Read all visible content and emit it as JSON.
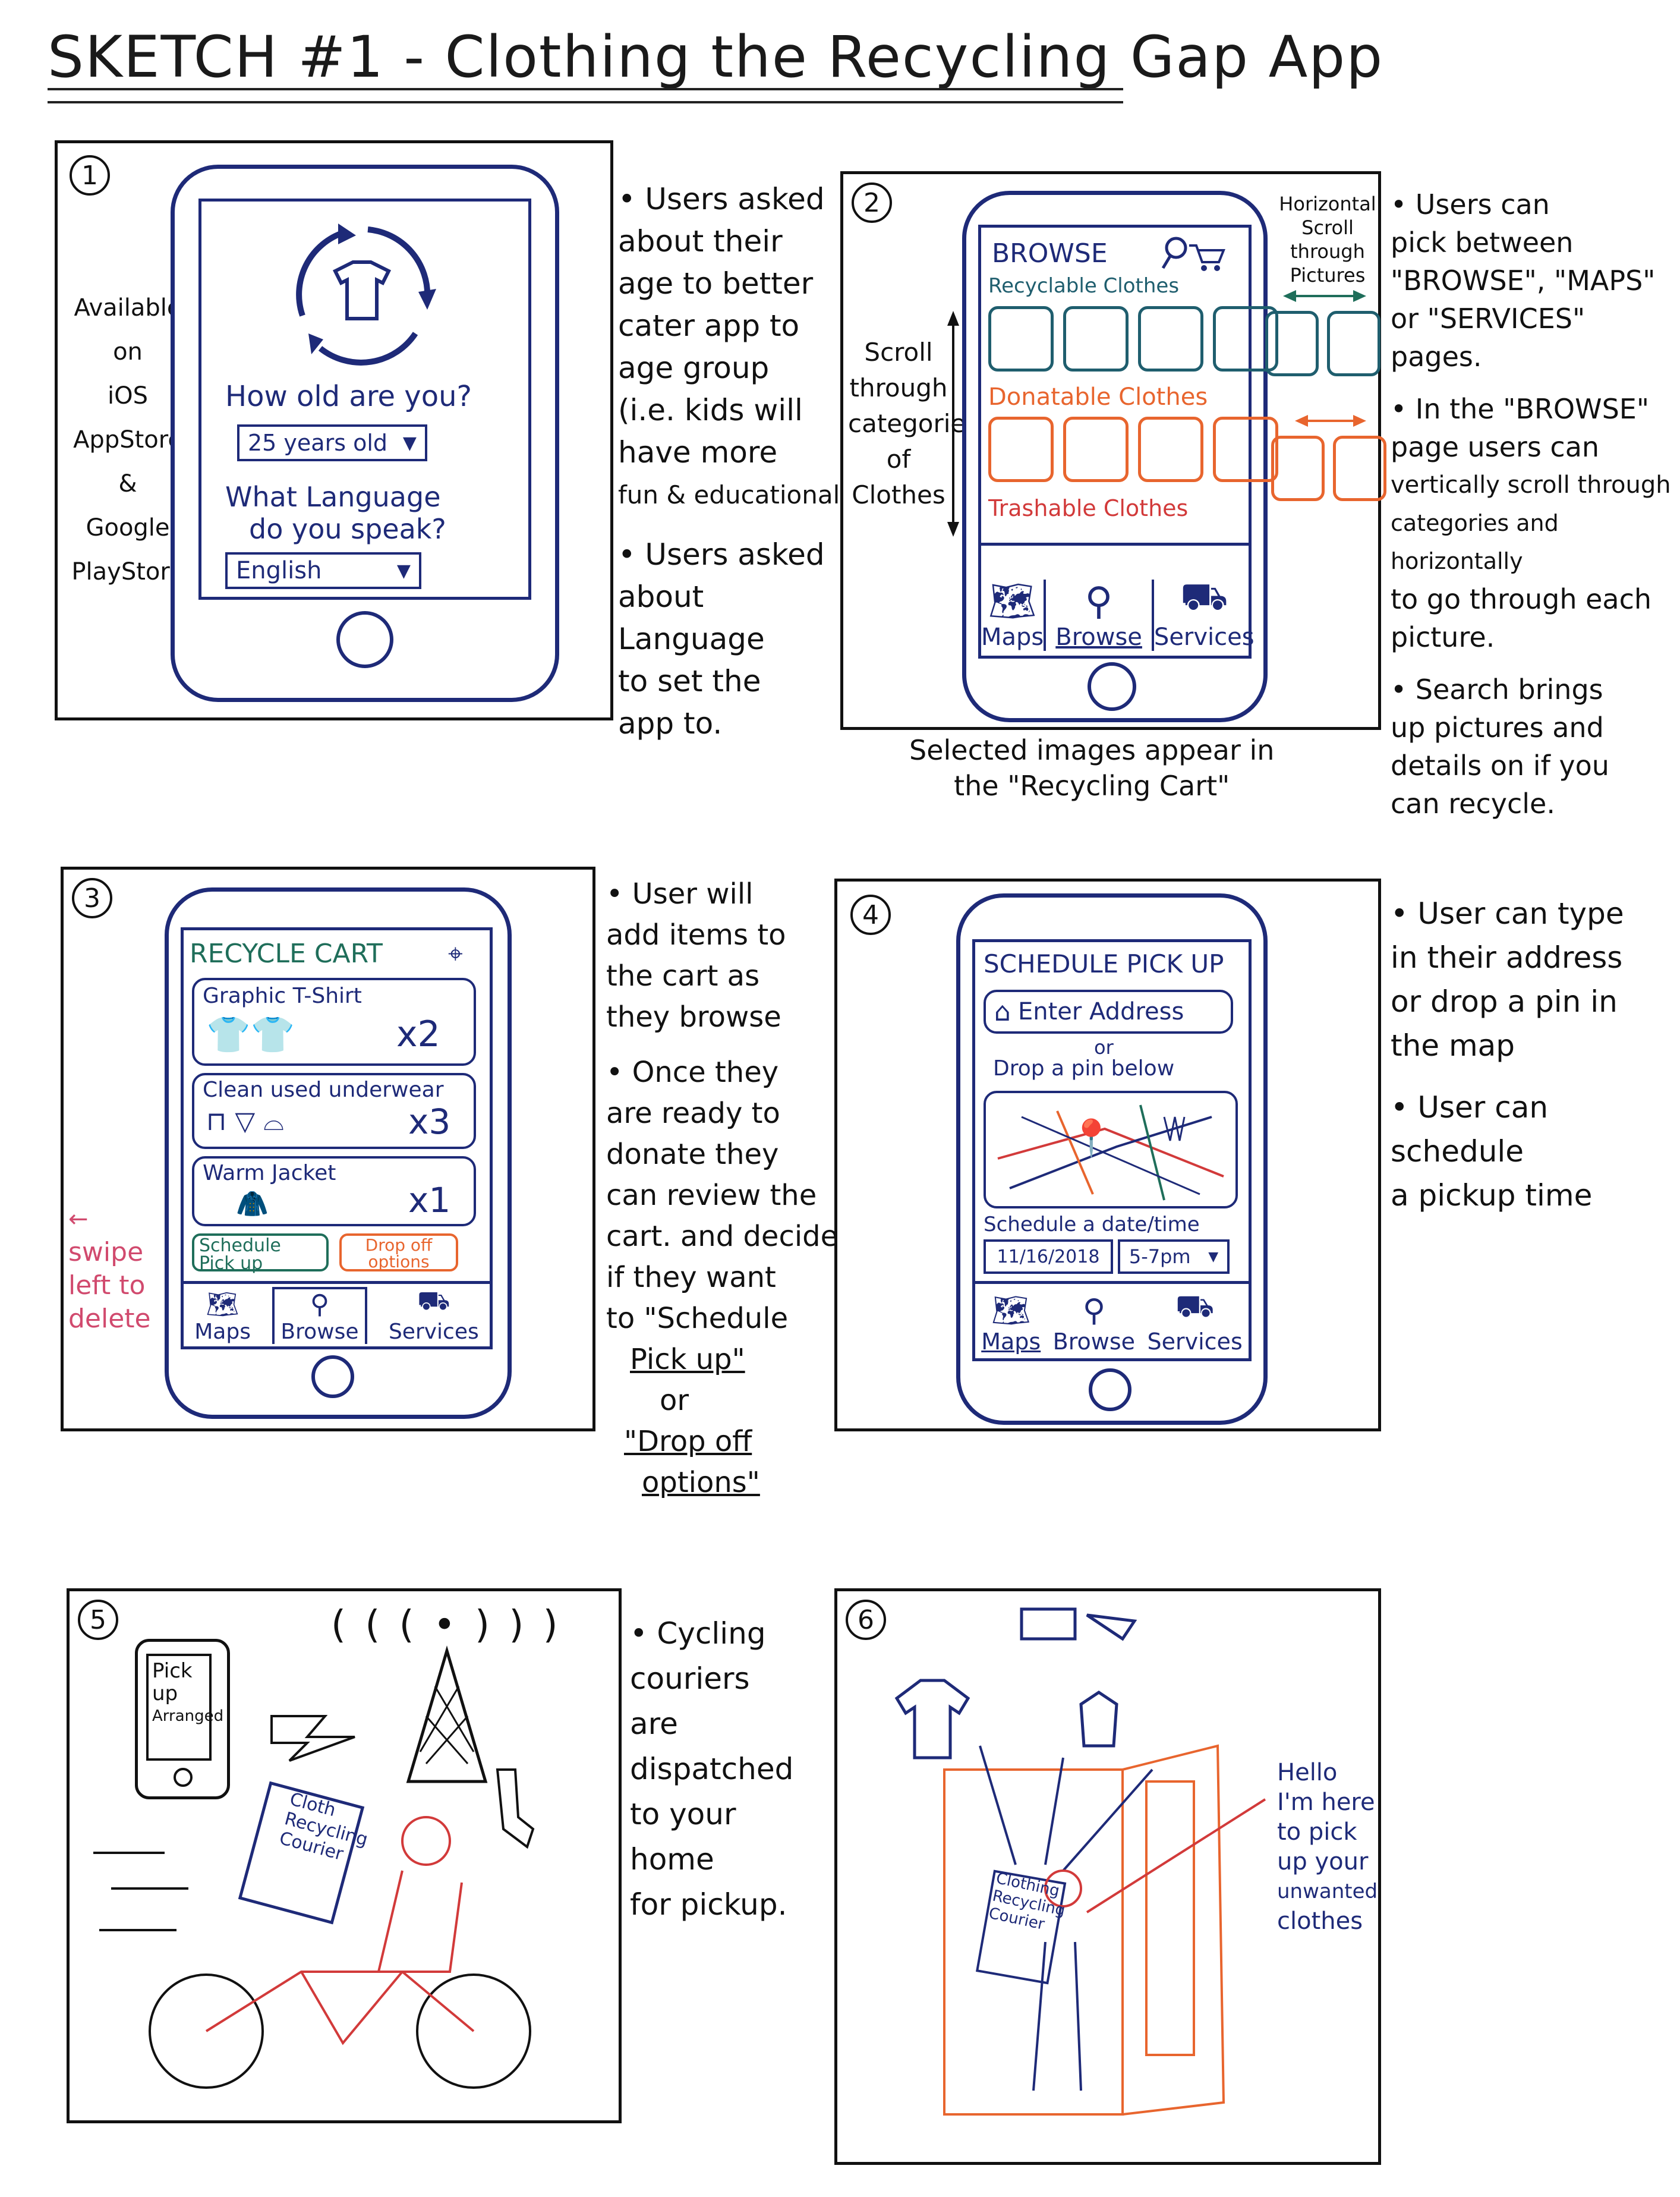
{
  "title": "SKETCH #1 - Clothing the Recycling Gap App",
  "panels": {
    "p1": {
      "number": "1",
      "side_text": [
        "Available",
        "on",
        "iOS AppStore",
        "&",
        "Google",
        "PlayStore"
      ],
      "question_age": "How old are you?",
      "age_value": "25 years old",
      "question_lang": [
        "What Language",
        "do you speak?"
      ],
      "lang_value": "English"
    },
    "p2": {
      "number": "2",
      "header": "BROWSE",
      "cat1": "Recyclable Clothes",
      "cat2": "Donatable Clothes",
      "cat3": "Trashable Clothes",
      "nav": [
        "Maps",
        "Browse",
        "Services"
      ],
      "left_note": [
        "Scroll",
        "through",
        "categories",
        "of",
        "Clothes"
      ],
      "top_note": [
        "Horizontal",
        "Scroll through",
        "Pictures"
      ],
      "bottom_note": [
        "Selected images appear in",
        "the \"Recycling Cart\""
      ]
    },
    "p3": {
      "number": "3",
      "header": "RECYCLE CART",
      "item1": "Graphic T-Shirt",
      "item1_qty": "x2",
      "item2": "Clean used underwear",
      "item2_qty": "x3",
      "item3": "Warm Jacket",
      "item3_qty": "x1",
      "btn_pickup": "Schedule Pick up",
      "btn_dropoff": "Drop off options",
      "nav": [
        "Maps",
        "Browse",
        "Services"
      ],
      "swipe_note": [
        "swipe",
        "left to",
        "delete"
      ]
    },
    "p4": {
      "number": "4",
      "header": "SCHEDULE PICK UP",
      "address_placeholder": "Enter Address",
      "or": "or",
      "drop_pin": "Drop a pin below",
      "schedule_label": "Schedule a date/time",
      "date_value": "11/16/2018",
      "time_value": "5-7pm",
      "nav": [
        "Maps",
        "Browse",
        "Services"
      ]
    },
    "p5": {
      "number": "5",
      "phone_text": [
        "Pick",
        "up",
        "Arranged"
      ],
      "bag_text": [
        "Cloth",
        "Recycling",
        "Courier"
      ],
      "signal": "( ( ( • ) ) )"
    },
    "p6": {
      "number": "6",
      "bag_text": [
        "Clothing",
        "Recycling",
        "Courier"
      ],
      "speech": [
        "Hello",
        "I'm here",
        "to pick",
        "up your",
        "unwanted",
        "clothes"
      ]
    }
  },
  "notes": {
    "n1": [
      "• Users asked",
      "about their",
      "age to better",
      "cater app to",
      "age group",
      "(i.e. kids will",
      "have more",
      "fun & educational)",
      "",
      "• Users asked",
      "about Language",
      "to set the",
      "app to."
    ],
    "n2": [
      "• Users can",
      "pick between",
      "\"BROWSE\", \"MAPS\"",
      "or \"SERVICES\"",
      "pages.",
      "",
      "• In the \"BROWSE\"",
      "page users can",
      "vertically scroll through",
      "categories and horizontally",
      "to go through each",
      "picture.",
      "",
      "• Search brings",
      "up pictures and",
      "details on if you",
      "can recycle."
    ],
    "n3": [
      "• User will",
      "add items to",
      "the cart as",
      "they browse",
      "",
      "• Once they",
      "are ready to",
      "donate they",
      "can review the",
      "cart. and decide",
      "if they want",
      "to \"Schedule",
      "Pick up\"",
      "or",
      "\"Drop off",
      "options\""
    ],
    "n4": [
      "• User can type",
      "in their address",
      "or drop a pin in",
      "the map",
      "",
      "• User can schedule",
      "a pickup time"
    ],
    "n5": [
      "• Cycling",
      "couriers",
      "are dispatched",
      "to your",
      "home",
      "for pickup."
    ]
  },
  "colors": {
    "ink": "#111111",
    "phone_blue": "#1e2a78",
    "teal": "#1f5e6e",
    "orange": "#e8652e",
    "red": "#d23a3a",
    "green": "#1f6e5a",
    "pink": "#d14a6e"
  }
}
